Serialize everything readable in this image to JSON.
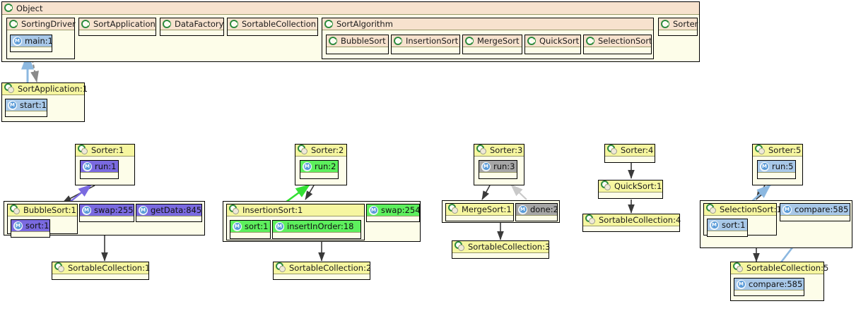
{
  "diagram": {
    "title": "Object",
    "icons": {
      "class": "class-icon",
      "instance": "instance-icon",
      "method": "method-icon"
    },
    "colors": {
      "class_header": "#f7e2ce",
      "instance_header": "#f6f6a0",
      "body": "#fdfde9",
      "method_blue": "#a8c8e8",
      "method_purple": "#7a6ae0",
      "method_green": "#5df05d",
      "method_gray": "#a6a6a6",
      "edge_black": "#3a3a3a",
      "edge_blue": "#8cb8e0",
      "edge_purple": "#7a6ae0",
      "edge_green": "#33e033",
      "edge_gray": "#c9c9c9"
    },
    "root_package": {
      "label": "Object",
      "classes": [
        {
          "label": "SortingDriver",
          "methods": [
            {
              "label": "main:1",
              "style": "blue"
            }
          ]
        },
        {
          "label": "SortApplication",
          "methods": []
        },
        {
          "label": "DataFactory",
          "methods": []
        },
        {
          "label": "SortableCollection",
          "methods": []
        }
      ],
      "sub_package": {
        "label": "SortAlgorithm",
        "classes": [
          {
            "label": "BubbleSort"
          },
          {
            "label": "InsertionSort"
          },
          {
            "label": "MergeSort"
          },
          {
            "label": "QuickSort"
          },
          {
            "label": "SelectionSort"
          }
        ]
      },
      "trailing_class": {
        "label": "Sorter"
      }
    },
    "instances": {
      "sort_application": {
        "label": "SortApplication:1",
        "methods": [
          {
            "label": "start:1",
            "style": "blue"
          }
        ]
      },
      "sorter1": {
        "label": "Sorter:1",
        "methods": [
          {
            "label": "run:1",
            "style": "purple"
          }
        ]
      },
      "bubble_sort": {
        "label": "BubbleSort:1",
        "methods": [
          {
            "label": "sort:1",
            "style": "purple"
          }
        ]
      },
      "swap255": {
        "label": "swap:255",
        "style": "purple"
      },
      "get_data845": {
        "label": "getData:845",
        "style": "purple"
      },
      "sortable1": {
        "label": "SortableCollection:1"
      },
      "sorter2": {
        "label": "Sorter:2",
        "methods": [
          {
            "label": "run:2",
            "style": "green"
          }
        ]
      },
      "insertion_sort": {
        "label": "InsertionSort:1",
        "methods": [
          {
            "label": "sort:1",
            "style": "green"
          },
          {
            "label": "insertInOrder:18",
            "style": "green"
          }
        ]
      },
      "swap254": {
        "label": "swap:254",
        "style": "green"
      },
      "sortable2": {
        "label": "SortableCollection:2"
      },
      "sorter3": {
        "label": "Sorter:3",
        "methods": [
          {
            "label": "run:3",
            "style": "gray"
          }
        ]
      },
      "merge_sort": {
        "label": "MergeSort:1"
      },
      "done2": {
        "label": "done:2",
        "style": "gray"
      },
      "sortable3": {
        "label": "SortableCollection:3"
      },
      "sorter4": {
        "label": "Sorter:4"
      },
      "quick_sort": {
        "label": "QuickSort:1"
      },
      "sortable4": {
        "label": "SortableCollection:4"
      },
      "sorter5": {
        "label": "Sorter:5",
        "methods": [
          {
            "label": "run:5",
            "style": "blue"
          }
        ]
      },
      "selection_sort": {
        "label": "SelectionSort:1",
        "methods": [
          {
            "label": "sort:1",
            "style": "blue"
          }
        ]
      },
      "compare585_a": {
        "label": "compare:585",
        "style": "blue"
      },
      "sortable5": {
        "label": "SortableCollection:5",
        "methods": [
          {
            "label": "compare:585",
            "style": "blue"
          }
        ]
      }
    }
  }
}
